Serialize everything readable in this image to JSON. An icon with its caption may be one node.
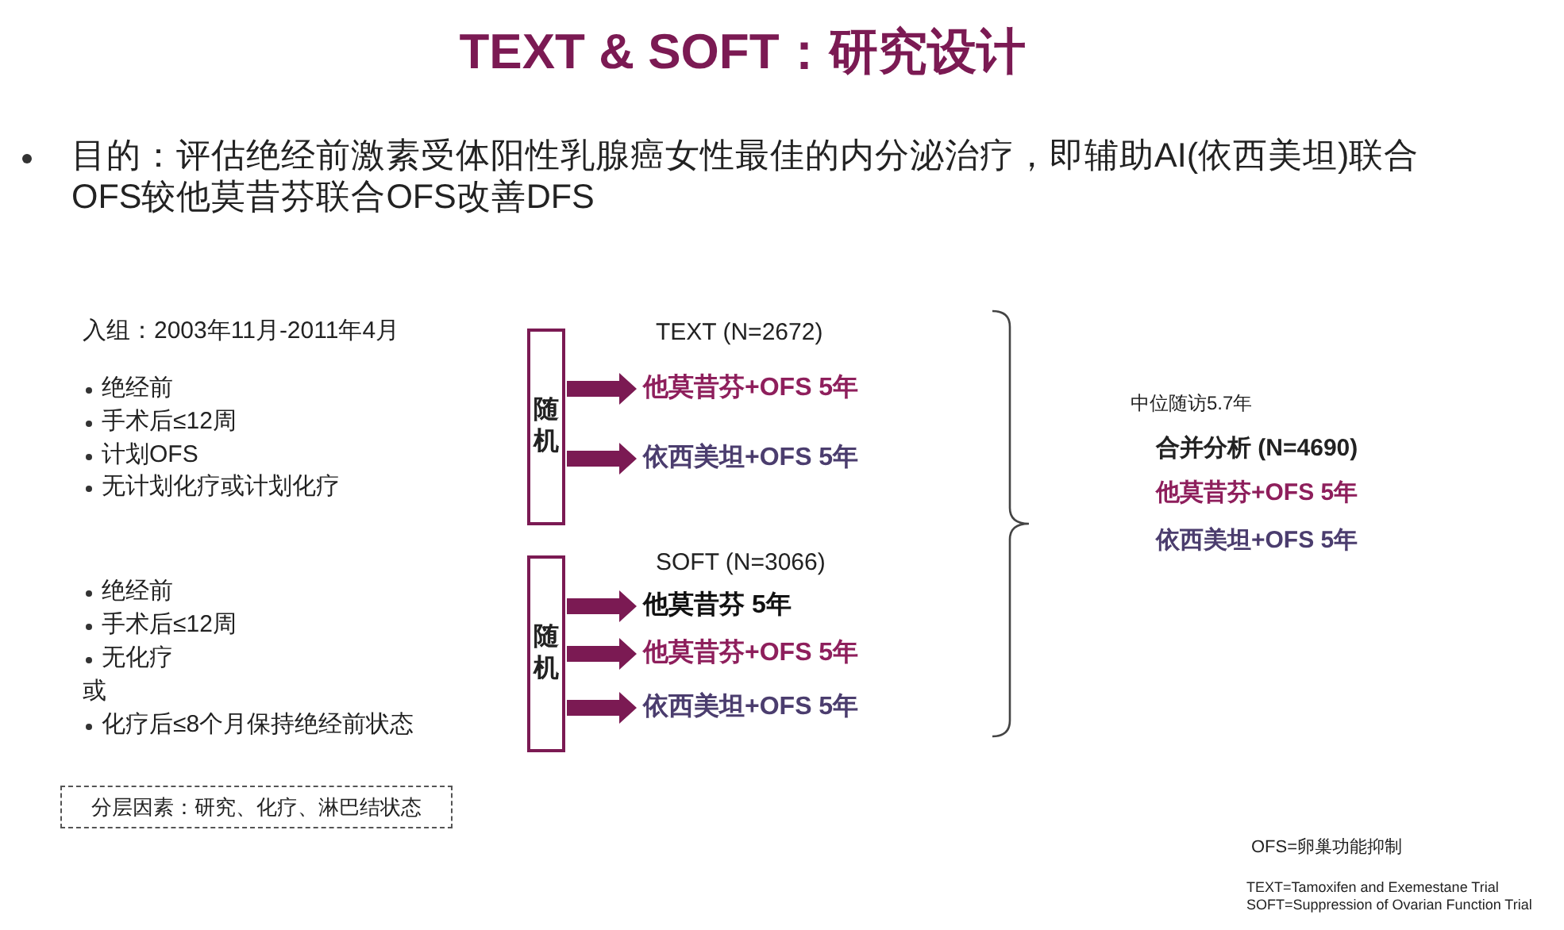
{
  "diagram": {
    "title": "TEXT & SOFT：研究设计",
    "nodes": [
      {
        "text": [
          "随机"
        ]
      },
      {
        "text": [
          "他莫昔芬+OFS 5年"
        ]
      },
      {
        "text": [
          "依西美坦+OFS 5年"
        ]
      },
      {
        "text": [
          "随机"
        ]
      },
      {
        "text": [
          "他莫昔芬 5年"
        ]
      },
      {
        "text": [
          "他莫昔芬+OFS 5年"
        ]
      },
      {
        "text": [
          "依西美坦+OFS 5年"
        ]
      },
      {
        "text": [
          "分层因素：研究、化疗、淋巴结状态"
        ]
      }
    ],
    "edges": [
      {
        "from": 0,
        "to": 1,
        "arrow": "to"
      },
      {
        "from": 0,
        "to": 2,
        "arrow": "to"
      },
      {
        "from": 3,
        "to": 4,
        "arrow": "to"
      },
      {
        "from": 3,
        "to": 5,
        "arrow": "to"
      },
      {
        "from": 3,
        "to": 6,
        "arrow": "to"
      }
    ],
    "labels": [
      "目的：评估绝经前激素受体阳性乳腺癌女性最佳的内分泌治疗，即辅助AI(依西美坦)联合OFS较他莫昔芬联合OFS改善DFS",
      "入组：2003年11月-2011年4月",
      "绝经前",
      "手术后≤12周",
      "计划OFS",
      "无计划化疗或计划化疗",
      "绝经前",
      "手术后≤12周",
      "无化疗",
      "或",
      "化疗后≤8个月保持绝经前状态",
      "TEXT (N=2672)",
      "SOFT (N=3066)",
      "中位随访5.7年",
      "合并分析 (N=4690)",
      "他莫昔芬+OFS 5年",
      "依西美坦+OFS 5年",
      "OFS=卵巢功能抑制",
      "TEXT=Tamoxifen and Exemestane Trial",
      "SOFT=Suppression of Ovarian Function Trial"
    ]
  }
}
